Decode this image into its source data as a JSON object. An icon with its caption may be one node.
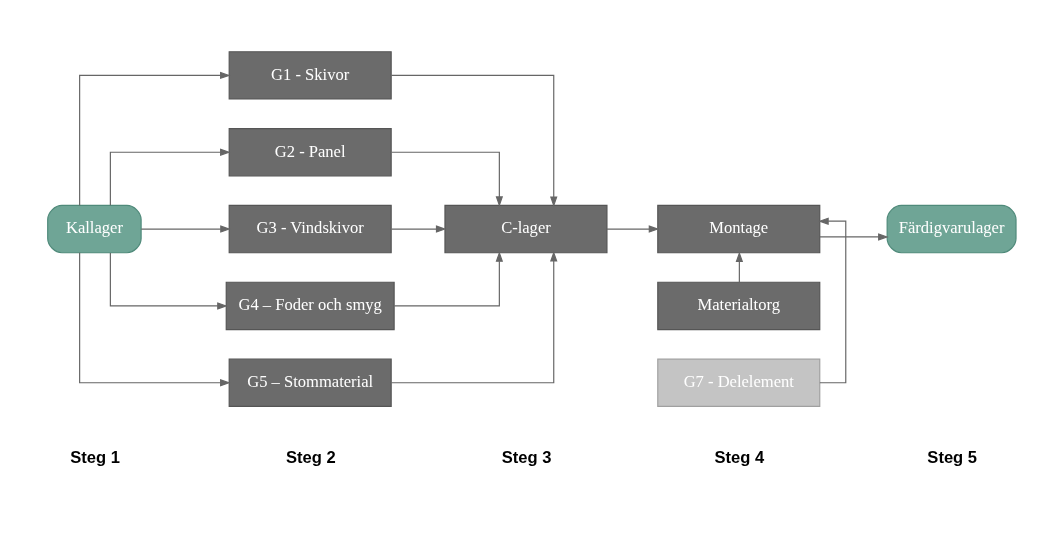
{
  "diagram": {
    "nodes": [
      {
        "text": [
          "Kallager"
        ]
      },
      {
        "text": [
          "G1 - Skivor"
        ]
      },
      {
        "text": [
          "G2 - Panel"
        ]
      },
      {
        "text": [
          "G3 - Vindskivor"
        ]
      },
      {
        "text": [
          "G4 – Foder och smyg"
        ]
      },
      {
        "text": [
          "G5 – Stommaterial"
        ]
      },
      {
        "text": [
          "C-lager"
        ]
      },
      {
        "text": [
          "Materialtorg"
        ]
      },
      {
        "text": [
          "Montage"
        ]
      },
      {
        "text": [
          "G7 - Delelement"
        ]
      },
      {
        "text": [
          "Färdigvarulager"
        ]
      }
    ],
    "edges": [
      {
        "from": 0,
        "to": 1,
        "arrow": "to"
      },
      {
        "from": 0,
        "to": 2,
        "arrow": "to"
      },
      {
        "from": 0,
        "to": 3,
        "arrow": "to"
      },
      {
        "from": 0,
        "to": 4,
        "arrow": "to"
      },
      {
        "from": 0,
        "to": 5,
        "arrow": "to"
      },
      {
        "from": 1,
        "to": 6,
        "arrow": "to"
      },
      {
        "from": 2,
        "to": 6,
        "arrow": "to"
      },
      {
        "from": 3,
        "to": 6,
        "arrow": "to"
      },
      {
        "from": 4,
        "to": 6,
        "arrow": "to"
      },
      {
        "from": 5,
        "to": 6,
        "arrow": "to"
      },
      {
        "from": 6,
        "to": 8,
        "arrow": "to"
      },
      {
        "from": 7,
        "to": 8,
        "arrow": "to"
      },
      {
        "from": 9,
        "to": 8,
        "arrow": "to"
      },
      {
        "from": 8,
        "to": 10,
        "arrow": "to"
      }
    ],
    "labels": [
      "Steg 1",
      "Steg 2",
      "Steg 3",
      "Steg 4",
      "Steg 5"
    ]
  }
}
